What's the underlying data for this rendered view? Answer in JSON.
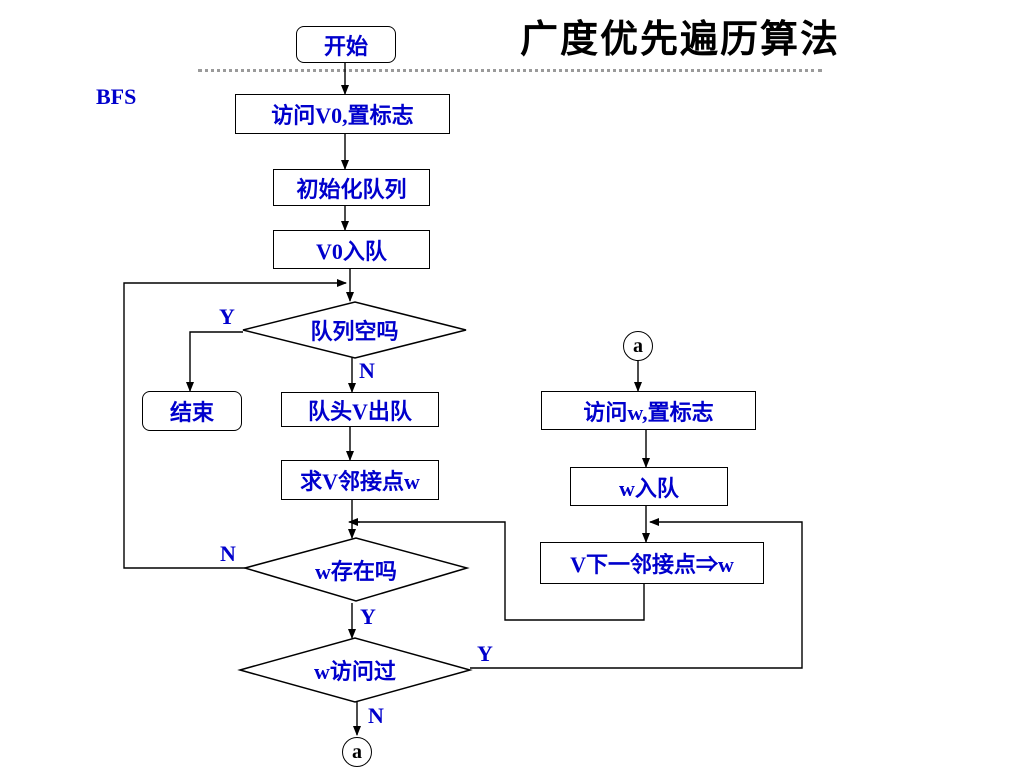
{
  "title": "广度优先遍历算法",
  "side_label": "BFS",
  "nodes": {
    "start": "开始",
    "visit_v0": "访问V0,置标志",
    "init_queue": "初始化队列",
    "enqueue_v0": "V0入队",
    "queue_empty": "队列空吗",
    "end": "结束",
    "dequeue_v": "队头V出队",
    "find_adj": "求V邻接点w",
    "w_exists": "w存在吗",
    "w_visited": "w访问过",
    "connector_bottom": "a",
    "connector_top": "a",
    "visit_w": "访问w,置标志",
    "enqueue_w": "w入队",
    "next_adj": "V下一邻接点⇒w"
  },
  "labels": {
    "empty_yes": "Y",
    "empty_no": "N",
    "exists_no": "N",
    "exists_yes": "Y",
    "visited_yes": "Y",
    "visited_no": "N"
  },
  "colors": {
    "text": "#0000cc",
    "line": "#000000",
    "rule": "#9a9a9a"
  }
}
